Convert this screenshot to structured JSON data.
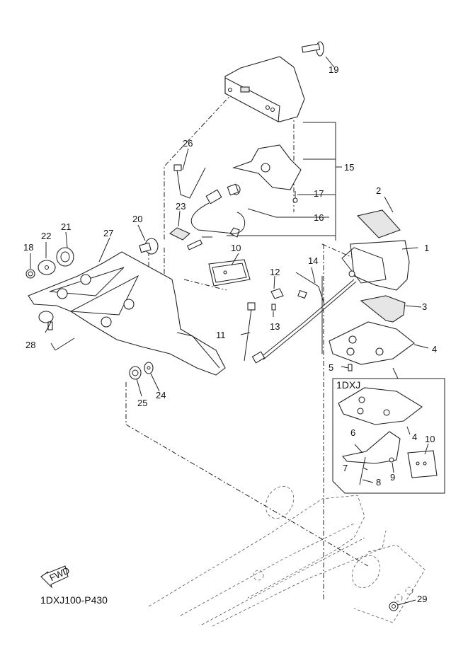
{
  "diagram": {
    "type": "exploded-parts-diagram",
    "reference_code": "1DXJ100-P430",
    "variant_box_label": "1DXJ",
    "direction_badge": "FWD",
    "callouts": [
      "1",
      "2",
      "3",
      "4",
      "5",
      "6",
      "7",
      "8",
      "9",
      "10",
      "11",
      "12",
      "13",
      "14",
      "15",
      "16",
      "17",
      "18",
      "19",
      "20",
      "21",
      "22",
      "23",
      "24",
      "25",
      "26",
      "27",
      "28",
      "29"
    ],
    "inset_callouts": [
      "4",
      "6",
      "7",
      "8",
      "9",
      "10"
    ]
  }
}
